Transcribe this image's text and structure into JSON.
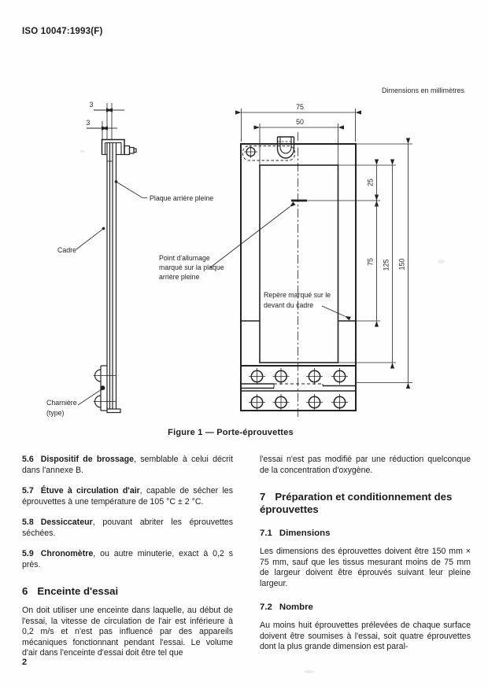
{
  "header": {
    "doc_ref": "ISO 10047:1993(F)",
    "units_note": "Dimensions en millimètres"
  },
  "figure": {
    "caption": "Figure 1 — Porte-éprouvettes",
    "labels": {
      "plaque": "Plaque arrière pleine",
      "cadre": "Cadre",
      "charniere_line1": "Charnière",
      "charniere_line2": "(type)",
      "point_line1": "Point d'allumage",
      "point_line2": "marqué sur la plaque",
      "point_line3": "arrière pleine",
      "repere_line1": "Repère marqué sur le",
      "repere_line2": "devant du cadre"
    },
    "dims": {
      "t3a": "3",
      "t3b": "3",
      "w75": "75",
      "w50": "50",
      "d25": "25",
      "d75": "75",
      "d125": "125",
      "d150": "150"
    }
  },
  "content": {
    "c56": {
      "num": "5.6",
      "term": "Dispositif de brossage",
      "rest": ", semblable à celui décrit dans l'annexe B."
    },
    "c57": {
      "num": "5.7",
      "term": "Étuve à circulation d'air",
      "rest": ", capable de sécher les éprouvettes à une température de 105 °C ± 2 °C."
    },
    "c58": {
      "num": "5.8",
      "term": "Dessiccateur",
      "rest": ", pouvant abriter les éprouvettes séchées."
    },
    "c59": {
      "num": "5.9",
      "term": "Chronomètre",
      "rest": ", ou autre minuterie, exact à 0,2 s près."
    },
    "h6": {
      "num": "6",
      "title": "Enceinte d'essai"
    },
    "p6": "On doit utiliser une enceinte dans laquelle, au début de l'essai, la vitesse de circulation de l'air est inférieure à 0,2 m/s et n'est pas influencé par des appareils mécaniques fonctionnant pendant l'essai. Le volume d'air dans l'enceinte d'essai doit être tel que",
    "pr1": "l'essai n'est pas modifié par une réduction quelconque de la concentration d'oxygène.",
    "h7": {
      "num": "7",
      "title": "Préparation et conditionnement des éprouvettes"
    },
    "h71": {
      "num": "7.1",
      "title": "Dimensions"
    },
    "p71": "Les dimensions des éprouvettes doivent être 150 mm × 75 mm, sauf que les tissus mesurant moins de 75 mm de largeur doivent être éprouvés suivant leur pleine largeur.",
    "h72": {
      "num": "7.2",
      "title": "Nombre"
    },
    "p72": "Au moins huit éprouvettes prélevées de chaque surface doivent être soumises à l'essai, soit quatre éprouvettes dont la plus grande dimension est paral-"
  },
  "page_number": "2"
}
